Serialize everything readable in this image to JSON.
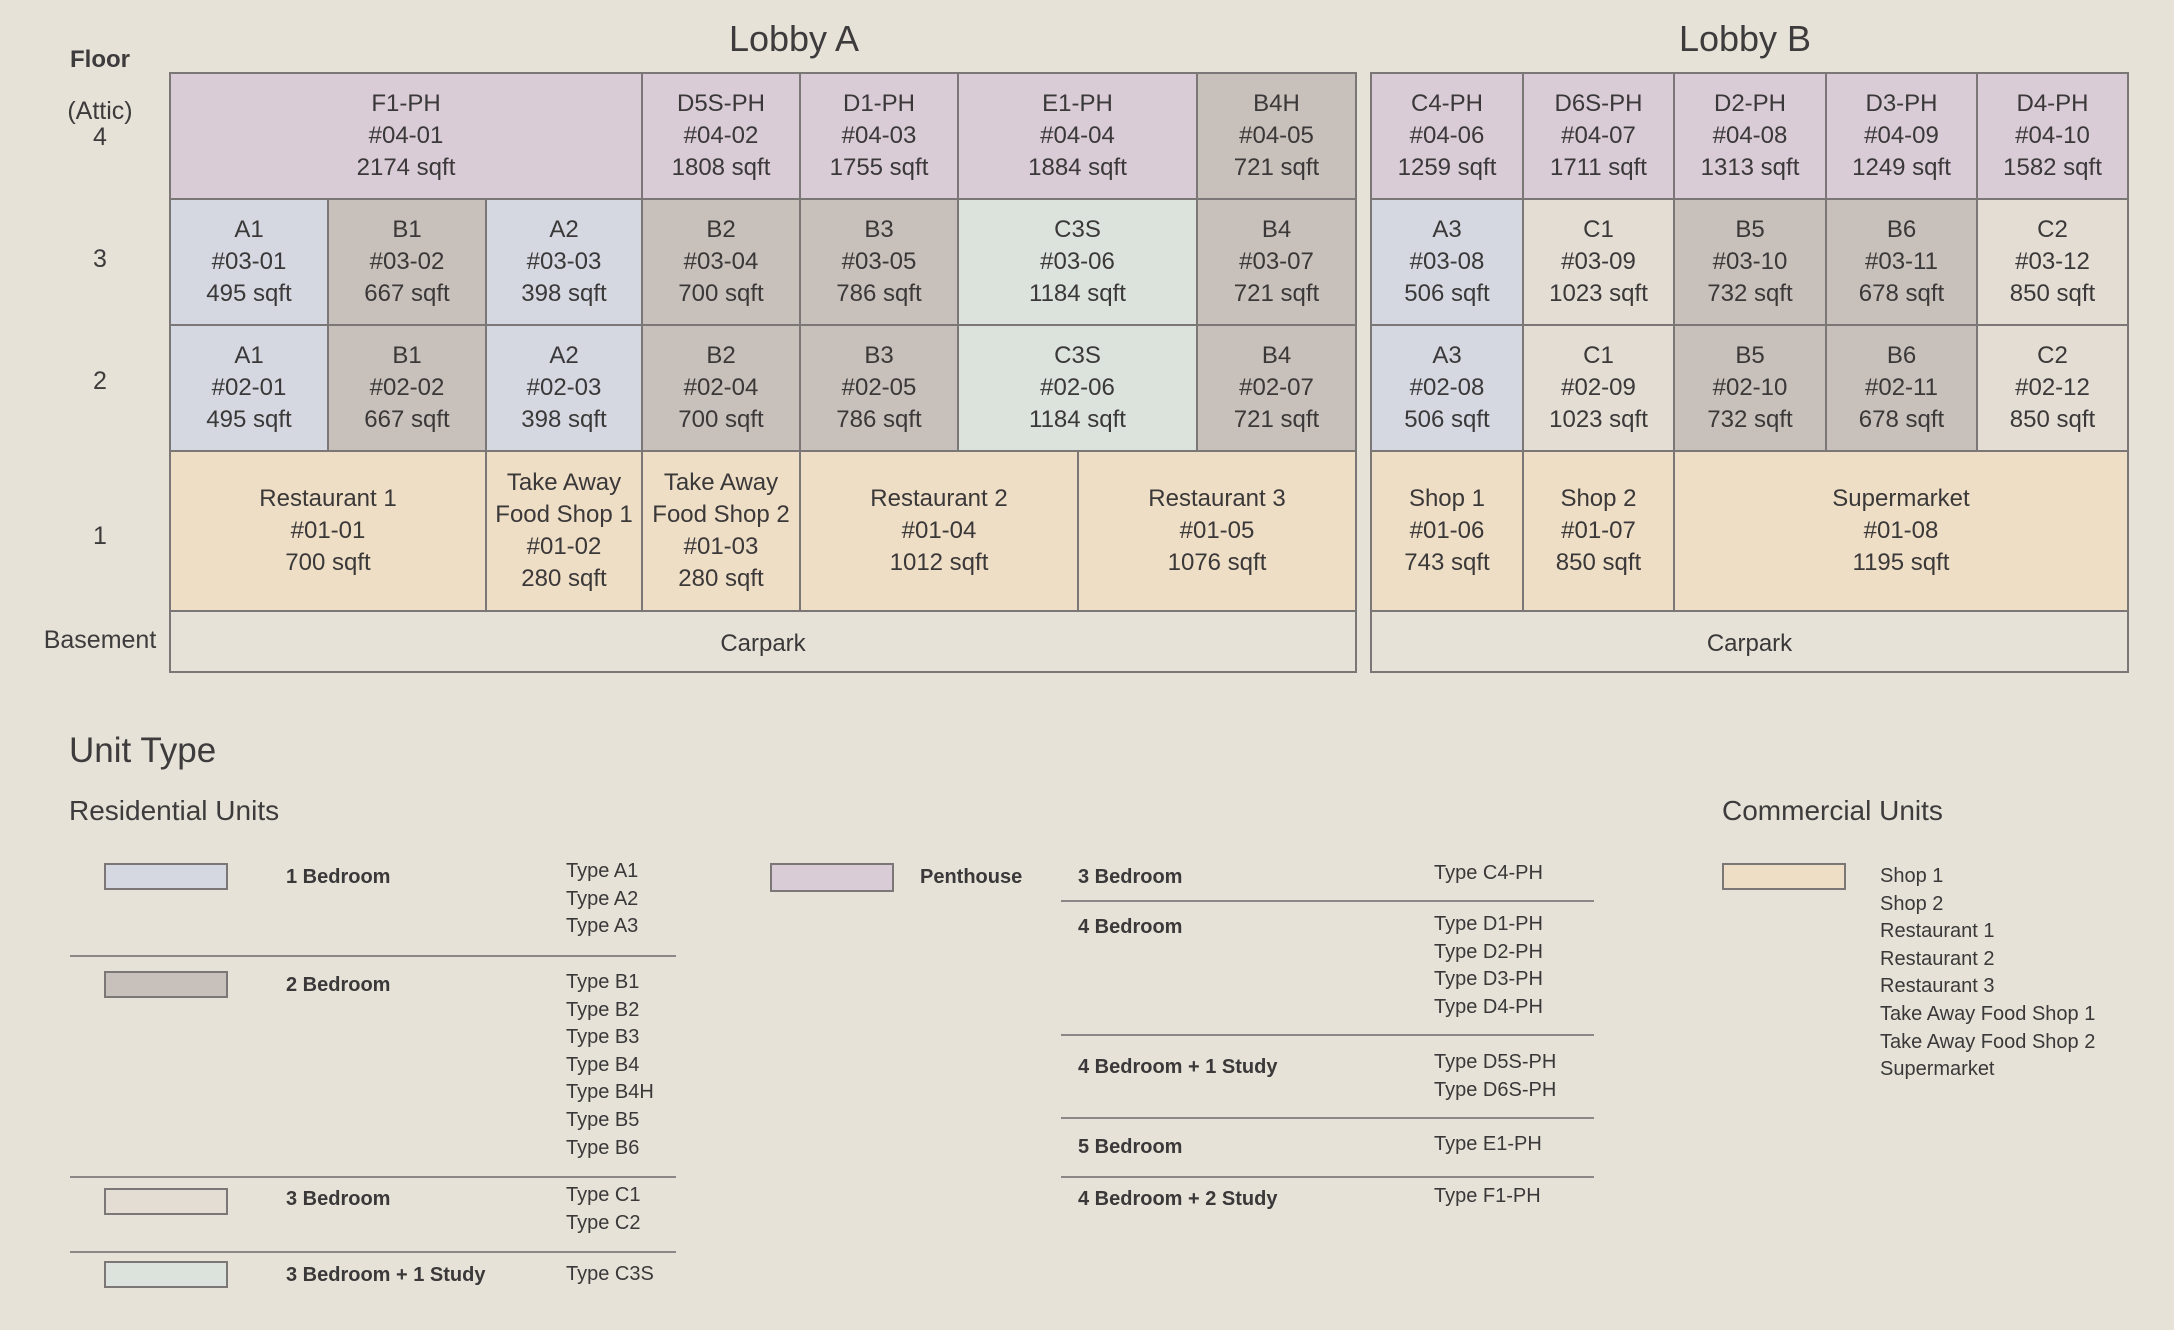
{
  "floor_header": "Floor",
  "floors": {
    "attic": "(Attic)",
    "f4": "4",
    "f3": "3",
    "f2": "2",
    "f1": "1",
    "basement": "Basement"
  },
  "lobby_a": {
    "title": "Lobby A",
    "floor4": [
      {
        "type": "F1-PH",
        "unit": "#04-01",
        "area": "2174 sqft"
      },
      {
        "type": "D5S-PH",
        "unit": "#04-02",
        "area": "1808 sqft"
      },
      {
        "type": "D1-PH",
        "unit": "#04-03",
        "area": "1755 sqft"
      },
      {
        "type": "E1-PH",
        "unit": "#04-04",
        "area": "1884 sqft"
      },
      {
        "type": "B4H",
        "unit": "#04-05",
        "area": "721 sqft"
      }
    ],
    "floor3": [
      {
        "type": "A1",
        "unit": "#03-01",
        "area": "495 sqft"
      },
      {
        "type": "B1",
        "unit": "#03-02",
        "area": "667 sqft"
      },
      {
        "type": "A2",
        "unit": "#03-03",
        "area": "398 sqft"
      },
      {
        "type": "B2",
        "unit": "#03-04",
        "area": "700 sqft"
      },
      {
        "type": "B3",
        "unit": "#03-05",
        "area": "786 sqft"
      },
      {
        "type": "C3S",
        "unit": "#03-06",
        "area": "1184 sqft"
      },
      {
        "type": "B4",
        "unit": "#03-07",
        "area": "721 sqft"
      }
    ],
    "floor2": [
      {
        "type": "A1",
        "unit": "#02-01",
        "area": "495 sqft"
      },
      {
        "type": "B1",
        "unit": "#02-02",
        "area": "667 sqft"
      },
      {
        "type": "A2",
        "unit": "#02-03",
        "area": "398 sqft"
      },
      {
        "type": "B2",
        "unit": "#02-04",
        "area": "700 sqft"
      },
      {
        "type": "B3",
        "unit": "#02-05",
        "area": "786 sqft"
      },
      {
        "type": "C3S",
        "unit": "#02-06",
        "area": "1184 sqft"
      },
      {
        "type": "B4",
        "unit": "#02-07",
        "area": "721 sqft"
      }
    ],
    "floor1": [
      {
        "name": "Restaurant 1",
        "unit": "#01-01",
        "area": "700 sqft"
      },
      {
        "name1": "Take Away",
        "name2": "Food Shop 1",
        "unit": "#01-02",
        "area": "280 sqft"
      },
      {
        "name1": "Take Away",
        "name2": "Food Shop 2",
        "unit": "#01-03",
        "area": "280 sqft"
      },
      {
        "name": "Restaurant 2",
        "unit": "#01-04",
        "area": "1012 sqft"
      },
      {
        "name": "Restaurant 3",
        "unit": "#01-05",
        "area": "1076 sqft"
      }
    ],
    "basement": "Carpark"
  },
  "lobby_b": {
    "title": "Lobby B",
    "floor4": [
      {
        "type": "C4-PH",
        "unit": "#04-06",
        "area": "1259 sqft"
      },
      {
        "type": "D6S-PH",
        "unit": "#04-07",
        "area": "1711 sqft"
      },
      {
        "type": "D2-PH",
        "unit": "#04-08",
        "area": "1313 sqft"
      },
      {
        "type": "D3-PH",
        "unit": "#04-09",
        "area": "1249 sqft"
      },
      {
        "type": "D4-PH",
        "unit": "#04-10",
        "area": "1582 sqft"
      }
    ],
    "floor3": [
      {
        "type": "A3",
        "unit": "#03-08",
        "area": "506 sqft"
      },
      {
        "type": "C1",
        "unit": "#03-09",
        "area": "1023 sqft"
      },
      {
        "type": "B5",
        "unit": "#03-10",
        "area": "732 sqft"
      },
      {
        "type": "B6",
        "unit": "#03-11",
        "area": "678 sqft"
      },
      {
        "type": "C2",
        "unit": "#03-12",
        "area": "850 sqft"
      }
    ],
    "floor2": [
      {
        "type": "A3",
        "unit": "#02-08",
        "area": "506 sqft"
      },
      {
        "type": "C1",
        "unit": "#02-09",
        "area": "1023 sqft"
      },
      {
        "type": "B5",
        "unit": "#02-10",
        "area": "732 sqft"
      },
      {
        "type": "B6",
        "unit": "#02-11",
        "area": "678 sqft"
      },
      {
        "type": "C2",
        "unit": "#02-12",
        "area": "850 sqft"
      }
    ],
    "floor1": [
      {
        "name": "Shop 1",
        "unit": "#01-06",
        "area": "743 sqft"
      },
      {
        "name": "Shop 2",
        "unit": "#01-07",
        "area": "850 sqft"
      },
      {
        "name": "Supermarket",
        "unit": "#01-08",
        "area": "1195 sqft"
      }
    ],
    "basement": "Carpark"
  },
  "legend": {
    "title": "Unit Type",
    "residential": {
      "title": "Residential Units",
      "groups": [
        {
          "label": "1 Bedroom",
          "color": "#d5d8e1",
          "types": [
            "Type A1",
            "Type A2",
            "Type A3"
          ]
        },
        {
          "label": "2 Bedroom",
          "color": "#c8c0ba",
          "types": [
            "Type B1",
            "Type B2",
            "Type B3",
            "Type B4",
            "Type B4H",
            "Type B5",
            "Type B6"
          ]
        },
        {
          "label": "3 Bedroom",
          "color": "#e3ddd4",
          "types": [
            "Type C1",
            "Type C2"
          ]
        },
        {
          "label": "3 Bedroom + 1 Study",
          "color": "#dce2dc",
          "types": [
            "Type C3S"
          ]
        }
      ],
      "penthouse": {
        "label": "Penthouse",
        "color": "#d9ccd6",
        "groups": [
          {
            "label": "3 Bedroom",
            "types": [
              "Type C4-PH"
            ]
          },
          {
            "label": "4 Bedroom",
            "types": [
              "Type D1-PH",
              "Type D2-PH",
              "Type D3-PH",
              "Type D4-PH"
            ]
          },
          {
            "label": "4 Bedroom + 1 Study",
            "types": [
              "Type D5S-PH",
              "Type D6S-PH"
            ]
          },
          {
            "label": "5 Bedroom",
            "types": [
              "Type E1-PH"
            ]
          },
          {
            "label": "4 Bedroom + 2 Study",
            "types": [
              "Type F1-PH"
            ]
          }
        ]
      }
    },
    "commercial": {
      "title": "Commercial Units",
      "color": "#efdec6",
      "items": [
        "Shop 1",
        "Shop 2",
        "Restaurant 1",
        "Restaurant 2",
        "Restaurant 3",
        "Take Away Food Shop 1",
        "Take Away Food Shop 2",
        "Supermarket"
      ]
    }
  }
}
